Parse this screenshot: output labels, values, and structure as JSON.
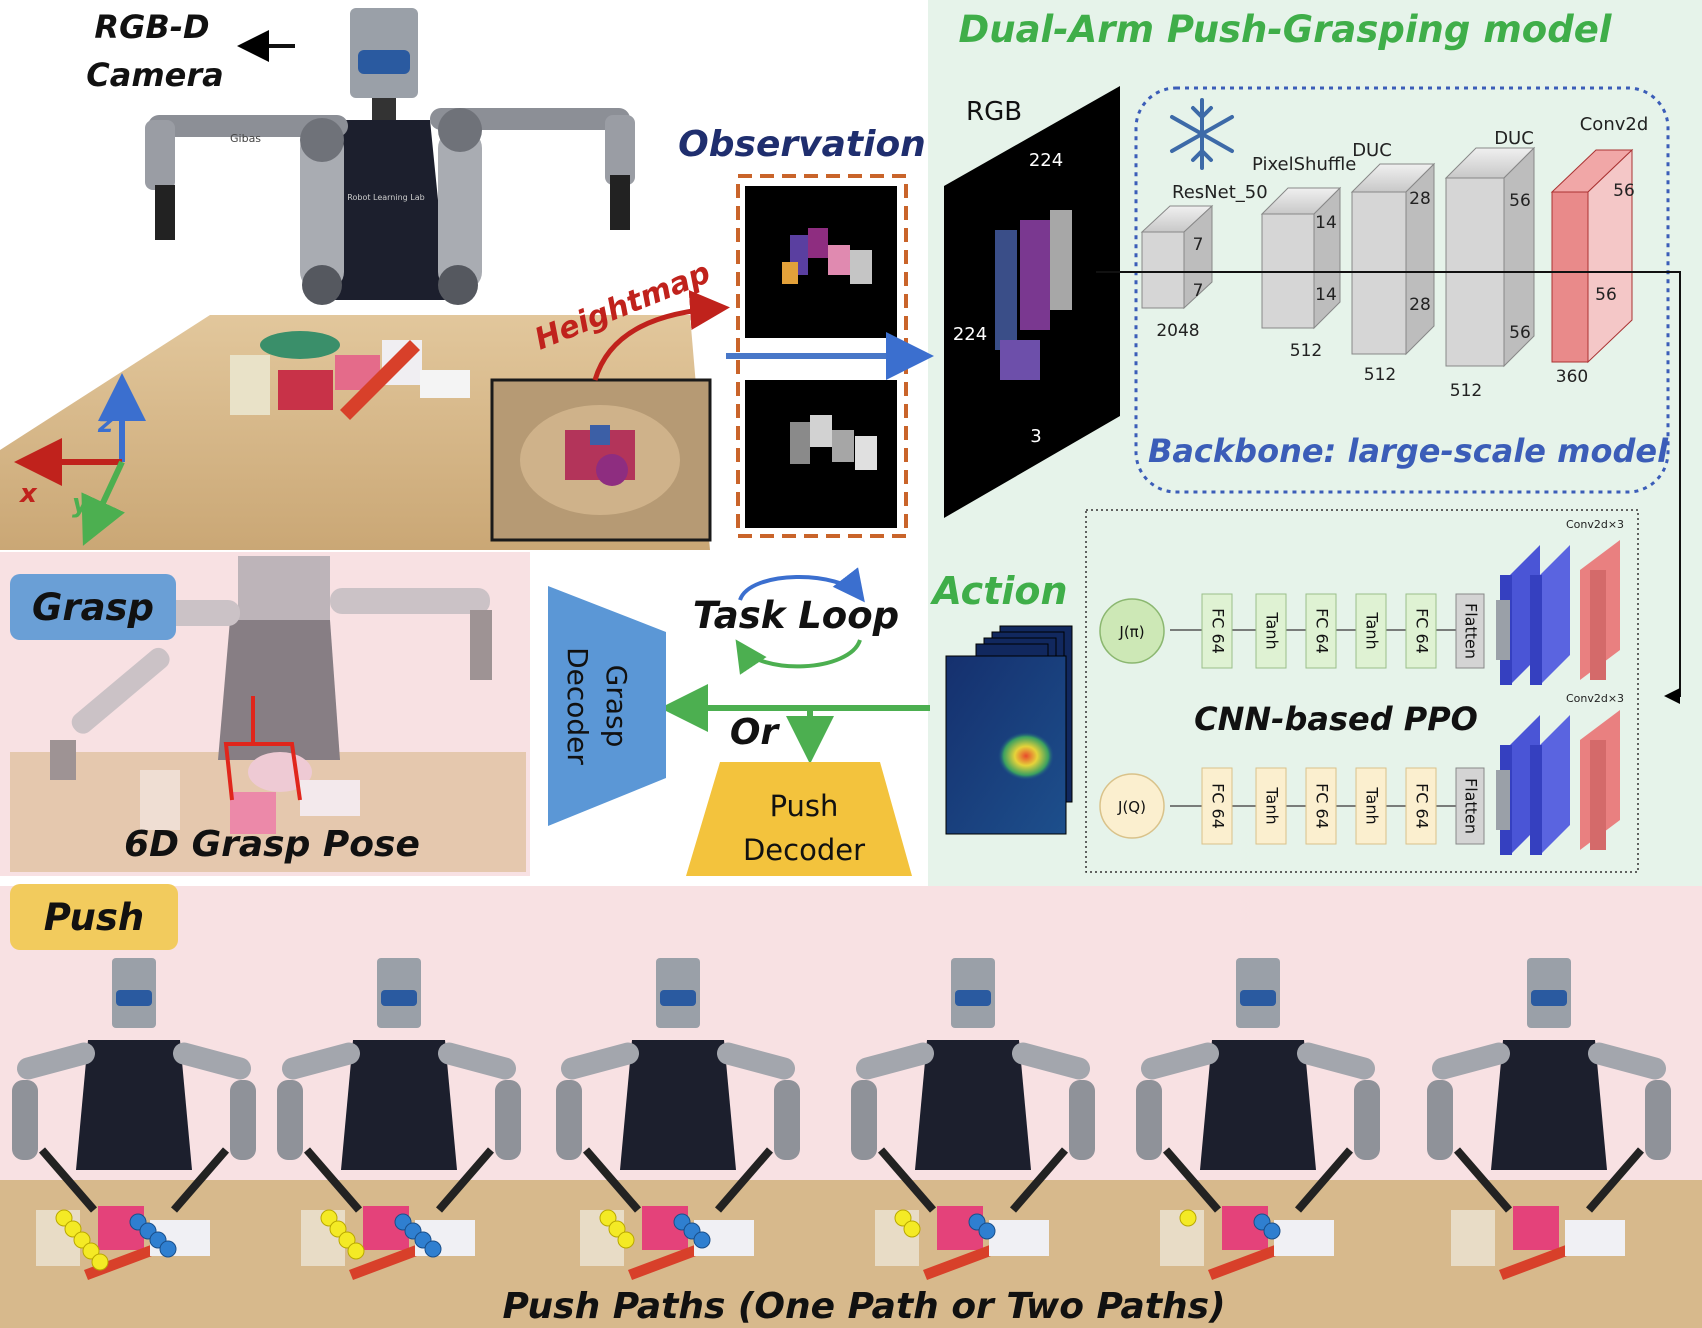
{
  "colors": {
    "green_title": "#3fae49",
    "navy_title": "#1f2e6e",
    "red_label": "#c0221c",
    "blue_backbone": "#3b5db8",
    "green_bg": "#e6f3ea",
    "pink_bg": "#f8e1e3",
    "grasp_badge": "#6a9fd6",
    "push_badge": "#f2cb5d",
    "grasp_decoder": "#5b97d6",
    "push_decoder": "#f3c33d",
    "orange_dash": "#c9642a"
  },
  "labels": {
    "rgbd_camera_l1": "RGB-D",
    "rgbd_camera_l2": "Camera",
    "heightmap": "Heightmap",
    "observation": "Observation",
    "model_title": "Dual-Arm Push-Grasping model",
    "backbone": "Backbone: large-scale model",
    "action": "Action",
    "task_loop": "Task Loop",
    "or": "Or",
    "grasp_badge": "Grasp",
    "push_badge": "Push",
    "grasp_pose": "6D Grasp Pose",
    "grasp_decoder_l1": "Grasp",
    "grasp_decoder_l2": "Decoder",
    "push_decoder_l1": "Push",
    "push_decoder_l2": "Decoder",
    "cnn_ppo": "CNN-based PPO",
    "push_paths": "Push Paths (One Path or Two Paths)",
    "axis_x": "x",
    "axis_y": "y",
    "axis_z": "z"
  },
  "backbone_blocks": {
    "rgb": {
      "name": "RGB",
      "size": "224",
      "channels": "3"
    },
    "resnet": {
      "name": "ResNet_50",
      "dim": "7",
      "channels": "2048"
    },
    "pixelshuffle": {
      "name": "PixelShuffle",
      "dim": "14",
      "channels": "512"
    },
    "duc1": {
      "name": "DUC",
      "dim": "28",
      "channels": "512"
    },
    "duc2": {
      "name": "DUC",
      "dim": "56",
      "channels": "512"
    },
    "conv": {
      "name": "Conv2d",
      "dim": "56",
      "channels": "360"
    }
  },
  "ppo": {
    "conv_label": "Conv2d×3",
    "top_layers": [
      "Flatten",
      "FC 64",
      "Tanh",
      "FC 64",
      "Tanh",
      "FC 64"
    ],
    "bottom_layers": [
      "Flatten",
      "FC 64",
      "Tanh",
      "FC 64",
      "Tanh",
      "FC 64"
    ],
    "top_output": "J(π)",
    "bottom_output": "J(Q)"
  },
  "robot_photo_text": {
    "chest": "Robot Learning Lab",
    "arm": "Gibas"
  }
}
